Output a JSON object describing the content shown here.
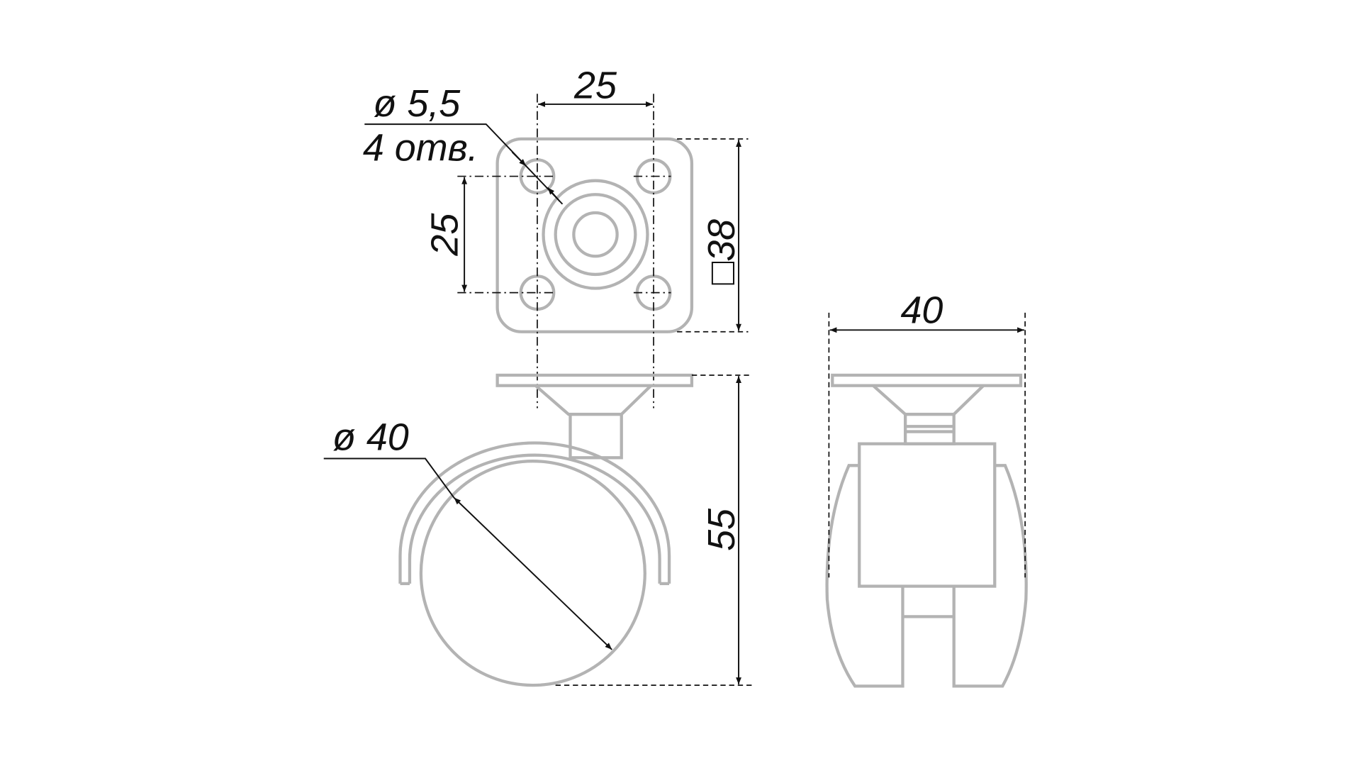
{
  "top_view": {
    "hole_spacing_x": "25",
    "hole_spacing_y": "25",
    "plate_size": "□38",
    "hole_diameter": "ø 5,5",
    "hole_count": "4 отв."
  },
  "side_view": {
    "wheel_diameter": "ø 40",
    "height": "55"
  },
  "front_view": {
    "width": "40"
  },
  "colors": {
    "part_outline": "#b3b3b3",
    "dimension": "#111111"
  }
}
